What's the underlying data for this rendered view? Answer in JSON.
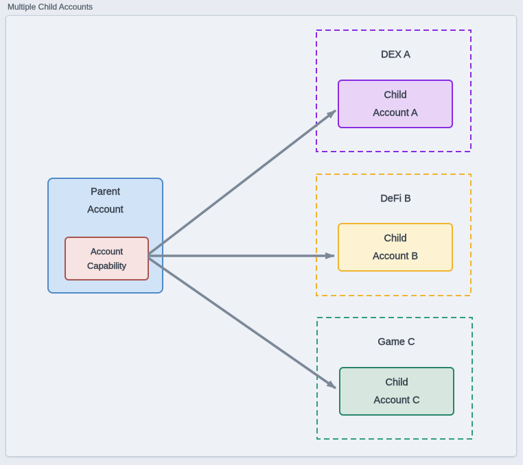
{
  "header": {
    "title": "Multiple Child Accounts"
  },
  "diagram": {
    "parent_box": {
      "label": "Parent\nAccount",
      "fill": "#d0e3f7",
      "border": "#4e8ac5"
    },
    "capability_box": {
      "label": "Account\nCapability",
      "fill": "#f7e3e2",
      "border": "#a9554f"
    },
    "groups": [
      {
        "label": "DEX A",
        "child_label": "Child\nAccount A",
        "accent": "#8a2be2",
        "child_fill": "#e9d4f8"
      },
      {
        "label": "DeFi B",
        "child_label": "Child\nAccount B",
        "accent": "#f0b42e",
        "child_fill": "#fdf3d2"
      },
      {
        "label": "Game C",
        "child_label": "Child\nAccount C",
        "accent": "#2f9e7d",
        "child_fill": "#d7e7df"
      }
    ],
    "arrow_color": "#7c8898"
  }
}
